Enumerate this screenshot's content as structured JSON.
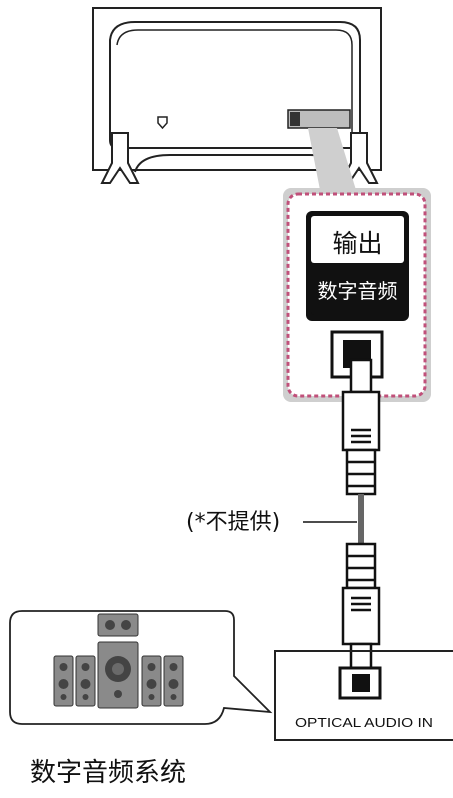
{
  "tv_port_panel": {
    "header_output": "输出",
    "header_digital_audio": "数字音频"
  },
  "cable_note": "(*不提供)",
  "receiver": {
    "port_label": "OPTICAL AUDIO IN"
  },
  "caption": "数字音频系统",
  "colors": {
    "outline": "#222222",
    "highlight_dashed": "#c0507a",
    "callout_gray": "#cfcfcf",
    "port_panel_black": "#111111",
    "cable_gray": "#666666",
    "speaker_gray": "#8a8a8a"
  }
}
